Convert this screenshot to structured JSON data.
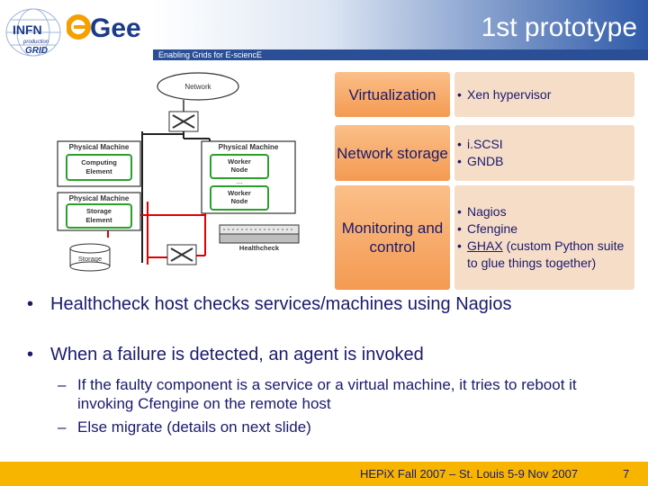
{
  "header": {
    "title": "1st prototype",
    "tagline": "Enabling Grids for E-sciencE",
    "infn_logo_text": [
      "INFN",
      "production",
      "GRID"
    ],
    "egee_logo_text": "eGee"
  },
  "diagram": {
    "network_label": "Network",
    "physical_machine_label": "Physical Machine",
    "computing_element_label": "Computing Element",
    "worker_node_label": "Worker Node",
    "storage_element_label": "Storage Element",
    "storage_label": "Storage",
    "healthcheck_label": "Healthcheck",
    "ellipsis": "..."
  },
  "table": {
    "rows": [
      {
        "left": "Virtualization",
        "right": [
          "Xen hypervisor"
        ]
      },
      {
        "left": "Network storage",
        "right": [
          "i.SCSI",
          "GNDB"
        ]
      },
      {
        "left": "Monitoring and control",
        "right": [
          "Nagios",
          "Cfengine",
          "GHAX (custom Python suite to glue things together)"
        ]
      }
    ],
    "ghax_link": "GHAX",
    "ghax_rest": " (custom Python suite to glue things together)"
  },
  "bullets": {
    "items": [
      "Healthcheck host checks services/machines using Nagios",
      "When a failure is detected, an agent is invoked"
    ],
    "sub_items": [
      "If the faulty component is a service or a virtual machine, it tries to reboot it invoking Cfengine on the remote host",
      "Else migrate (details on next slide)"
    ]
  },
  "footer": {
    "text": "HEPiX Fall 2007 – St. Louis 5-9 Nov 2007",
    "page_number": "7"
  },
  "colors": {
    "title_bar": "#2f5aa8",
    "footer": "#f7b500",
    "cell_left": "#f49a52",
    "cell_right": "#f6ddc8",
    "text": "#1a1a6e"
  }
}
